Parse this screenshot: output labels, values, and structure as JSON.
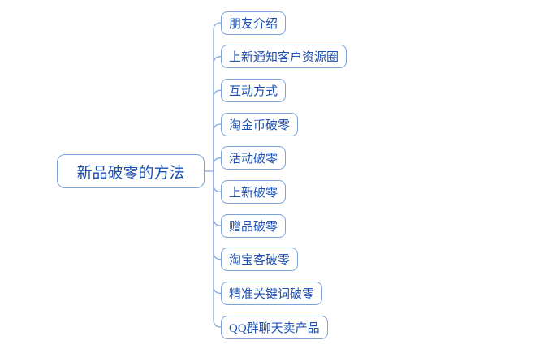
{
  "mindmap": {
    "root": {
      "label": "新品破零的方法"
    },
    "children": [
      {
        "label": "朋友介绍"
      },
      {
        "label": "上新通知客户资源圈"
      },
      {
        "label": "互动方式"
      },
      {
        "label": "淘金币破零"
      },
      {
        "label": "活动破零"
      },
      {
        "label": "上新破零"
      },
      {
        "label": "赠品破零"
      },
      {
        "label": "淘宝客破零"
      },
      {
        "label": "精准关键词破零"
      },
      {
        "label": "QQ群聊天卖产品"
      }
    ],
    "colors": {
      "node_border": "#7ca2d8",
      "connector": "#8aabdc",
      "text": "#1e50b2",
      "background": "#ffffff"
    }
  }
}
